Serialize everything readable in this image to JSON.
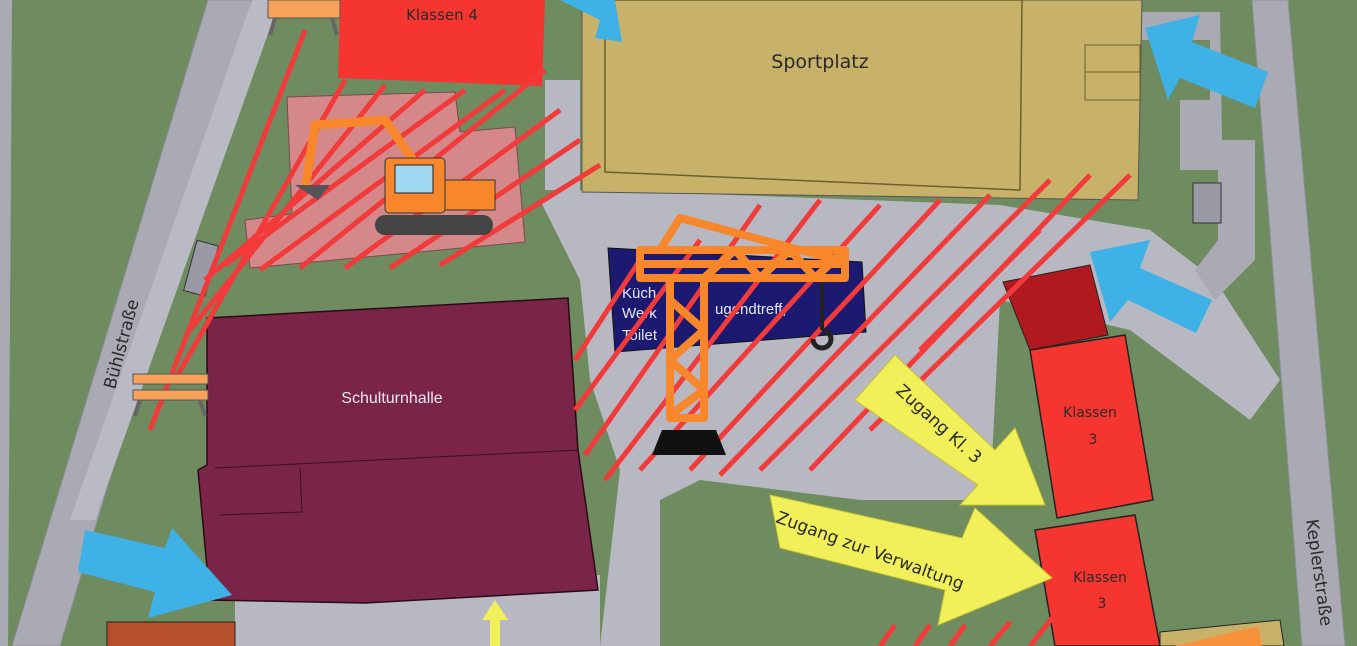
{
  "map": {
    "streets": {
      "left": "Bühlstraße",
      "right": "Keplerstraße"
    },
    "buildings": {
      "klassen4": "Klassen 4",
      "sportplatz": "Sportplatz",
      "schulturnhalle": "Schulturnhalle",
      "klassen3_top_line1": "Klassen",
      "klassen3_top_line2": "3",
      "klassen3_bottom_line1": "Klassen",
      "klassen3_bottom_line2": "3",
      "navy_line1": "Küch",
      "navy_line2": "Werk",
      "navy_line2b": "ugendtreff,",
      "navy_line3": "Toilet"
    },
    "access": {
      "class3": "Zugang Kl. 3",
      "admin": "Zugang zur Verwaltung"
    },
    "colors": {
      "grass": "#6f8b60",
      "road": "#a9aab4",
      "construction_hatch": "#f23a3a",
      "classroom": "#f5352f",
      "sports_field": "#c8b26a",
      "gym": "#7a2448",
      "entrance_arrow": "#3eb2e6",
      "access_arrow": "#f2f05a",
      "crane": "#f7872a"
    }
  }
}
